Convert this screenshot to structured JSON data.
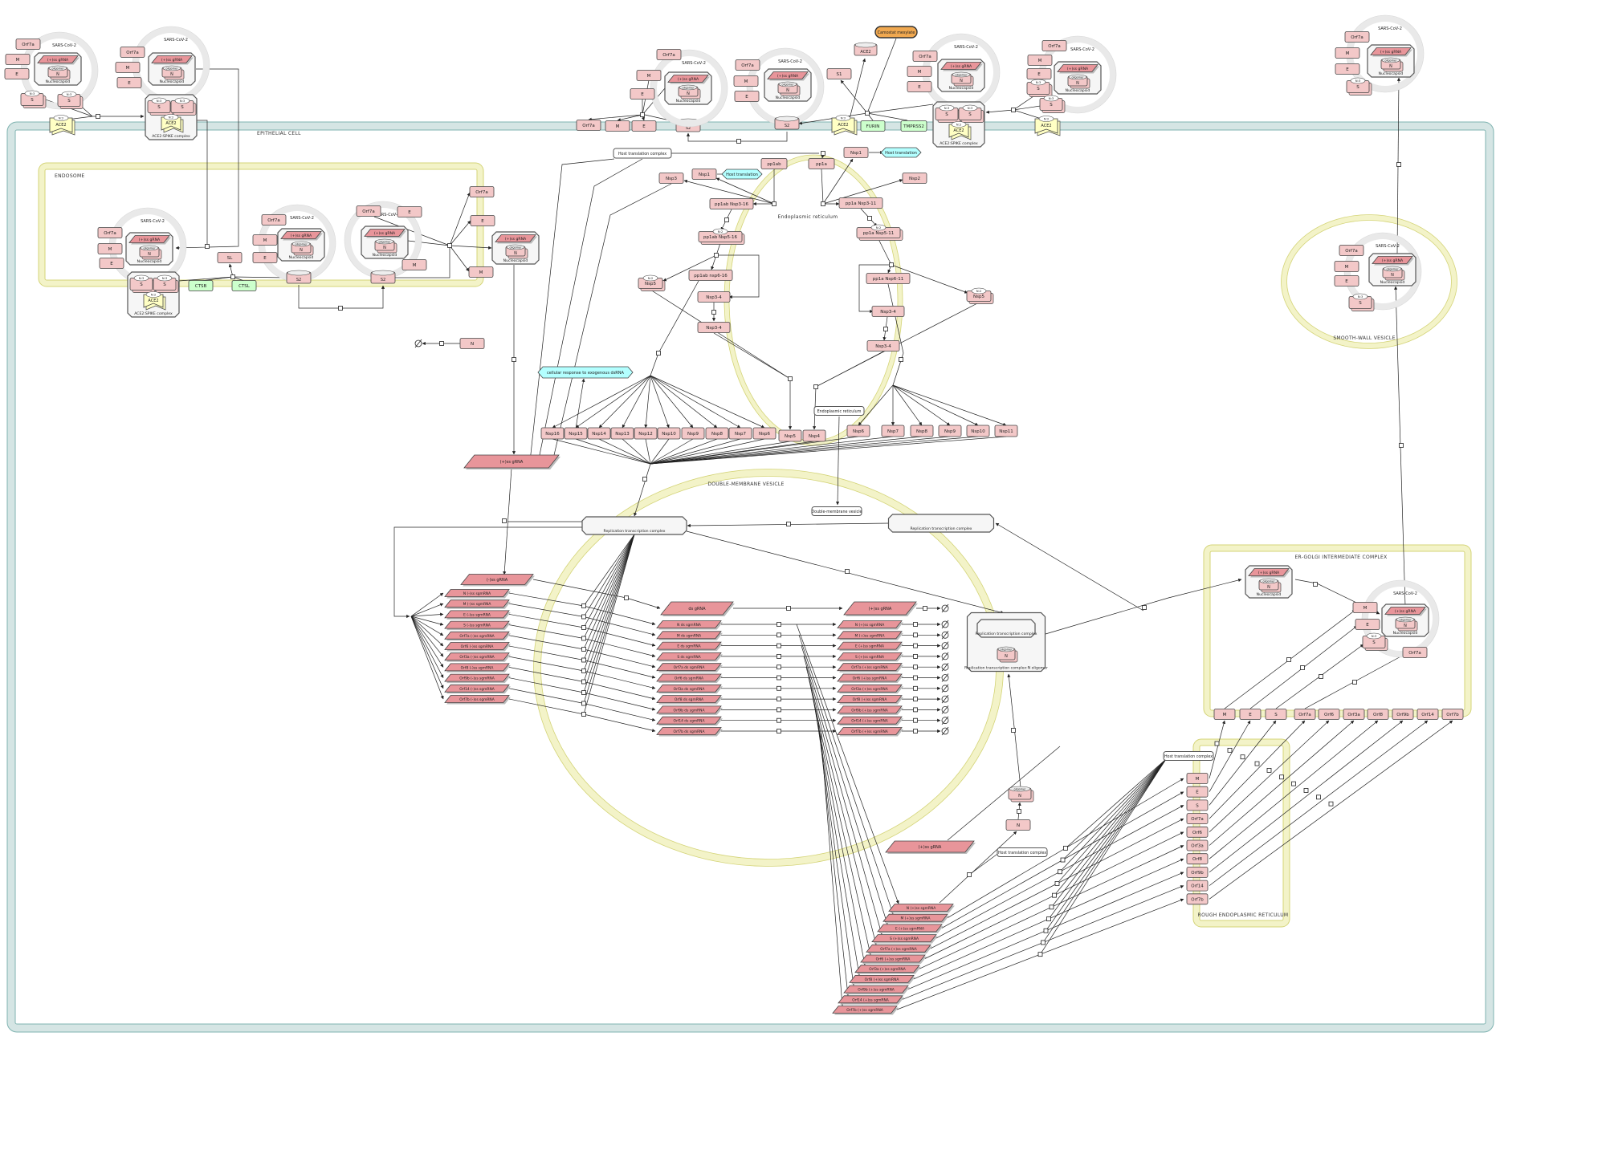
{
  "compartments": {
    "cell": "EPITHELIAL CELL",
    "endosome": "ENDOSOME",
    "er": "Endoplasmic reticulum",
    "dmv": "DOUBLE-MEMBRANE VESICLE",
    "smooth_vesicle": "SMOOTH-WALL VESICLE",
    "ergic": "ER-GOLGI INTERMEDIATE COMPLEX",
    "rough_er": "ROUGH ENDOPLASMIC RETICULUM"
  },
  "virion": {
    "name": "SARS-CoV-2",
    "nucleocapsid": "Nucleocapsid",
    "gRNA": "(+)ss gRNA",
    "N": "N",
    "oligomer": "oligomer",
    "Orf7a": "Orf7a",
    "M": "M",
    "E": "E",
    "S": "S",
    "s_mult": "N:3",
    "ace2": "ACE2",
    "ace2_mult": "N:2",
    "spike_complex": "ACE2:SPIKE complex"
  },
  "entry": {
    "S2": "S2",
    "S1": "S1",
    "ace2_ecto": "ACE2",
    "furin": "FURIN",
    "tmprss2": "TMPRSS2",
    "camostat": "Camostat mesylate",
    "ctsb": "CTSB",
    "ctsl": "CTSL",
    "sl": "SL"
  },
  "translation": {
    "host_translation_complex": "Host translation complex",
    "host_translation": "Host translation",
    "pp1ab": "pp1ab",
    "pp1a": "pp1a",
    "nsp1": "Nsp1",
    "nsp2": "Nsp2",
    "nsp3": "Nsp3",
    "nsp5": "Nsp5",
    "nsp3_4": "Nsp3-4",
    "dimer": "N:2",
    "pp1ab_3_16": "pp1ab Nsp3-16",
    "pp1a_3_11": "pp1a Nsp3-11",
    "pp1ab_5_16": "pp1ab Nsp5-16",
    "pp1a_5_11": "pp1a Nsp5-11",
    "pp1ab_6_16": "pp1ab nsp6-16",
    "pp1a_6_11": "pp1a Nsp6-11",
    "cellular_response": "cellular response to exogenous dsRNA",
    "N": "N",
    "er_tag": "Endoplasmic reticulum",
    "dmv_tag": "Double-membrane vesicle"
  },
  "nsps_left": [
    "Nsp16",
    "Nsp15",
    "Nsp14",
    "Nsp13",
    "Nsp12",
    "Nsp10",
    "Nsp9",
    "Nsp8",
    "Nsp7",
    "Nsp6"
  ],
  "nsps_mid": [
    "Nsp5",
    "Nsp4"
  ],
  "nsps_right": [
    "Nsp6",
    "Nsp7",
    "Nsp8",
    "Nsp9",
    "Nsp10",
    "Nsp11"
  ],
  "replication": {
    "rtc": "Replication transcription complex",
    "rtc_n": "Replication transcription complex:N oligomer",
    "minus_gRNA": "(-)ss gRNA",
    "ds_gRNA": "ds gRNA",
    "plus_gRNA": "(+)ss gRNA",
    "minus_sgmRNA": [
      "N (-)ss sgmRNA",
      "M (-)ss sgmRNA",
      "E (-)ss sgmRNA",
      "S (-)ss sgmRNA",
      "Orf7a (-)ss sgmRNA",
      "Orf6 (-)ss sgmRNA",
      "Orf3a (-)ss sgmRNA",
      "Orf8 (-)ss sgmRNA",
      "Orf9b (-)ss sgmRNA",
      "Orf14 (-)ss sgmRNA",
      "Orf7b (-)ss sgmRNA"
    ],
    "ds_sgmRNA": [
      "N ds sgmRNA",
      "M ds sgmRNA",
      "E ds sgmRNA",
      "S ds sgmRNA",
      "Orf7a ds sgmRNA",
      "Orf6 ds sgmRNA",
      "Orf3a ds sgmRNA",
      "Orf8 ds sgmRNA",
      "Orf9b ds sgmRNA",
      "Orf14 ds sgmRNA",
      "Orf7b ds sgmRNA"
    ],
    "plus_sgmRNA": [
      "N (+)ss sgmRNA",
      "M (+)ss sgmRNA",
      "E (+)ss sgmRNA",
      "S (+)ss sgmRNA",
      "Orf7a (+)ss sgmRNA",
      "Orf6 (+)ss sgmRNA",
      "Orf3a (+)ss sgmRNA",
      "Orf8 (+)ss sgmRNA",
      "Orf9b (+)ss sgmRNA",
      "Orf14 (+)ss sgmRNA",
      "Orf7b (+)ss sgmRNA"
    ]
  },
  "assembly": {
    "host_translation_complex": "Host translation complex",
    "rough_er_proteins": [
      "M",
      "E",
      "S",
      "Orf7a",
      "Orf6",
      "Orf3a",
      "Orf8",
      "Orf9b",
      "Orf14",
      "Orf7b"
    ],
    "ergic_proteins": [
      "M",
      "E",
      "S",
      "Orf7a",
      "Orf6",
      "Orf3a",
      "Orf8",
      "Orf9b",
      "Orf14",
      "Orf7b"
    ]
  },
  "colors": {
    "macromolecule": "#f3c8c8",
    "nucleic_acid": "#e8959a",
    "membrane": "#d5e5e4",
    "membrane_edge": "#7fb3b0",
    "organelle": "#f3f3c8",
    "organelle_edge": "#d4d478",
    "receptor": "#ffffc4",
    "protease": "#ccffcc",
    "phenotype": "#b3ffff",
    "drug": "#f0a850"
  }
}
